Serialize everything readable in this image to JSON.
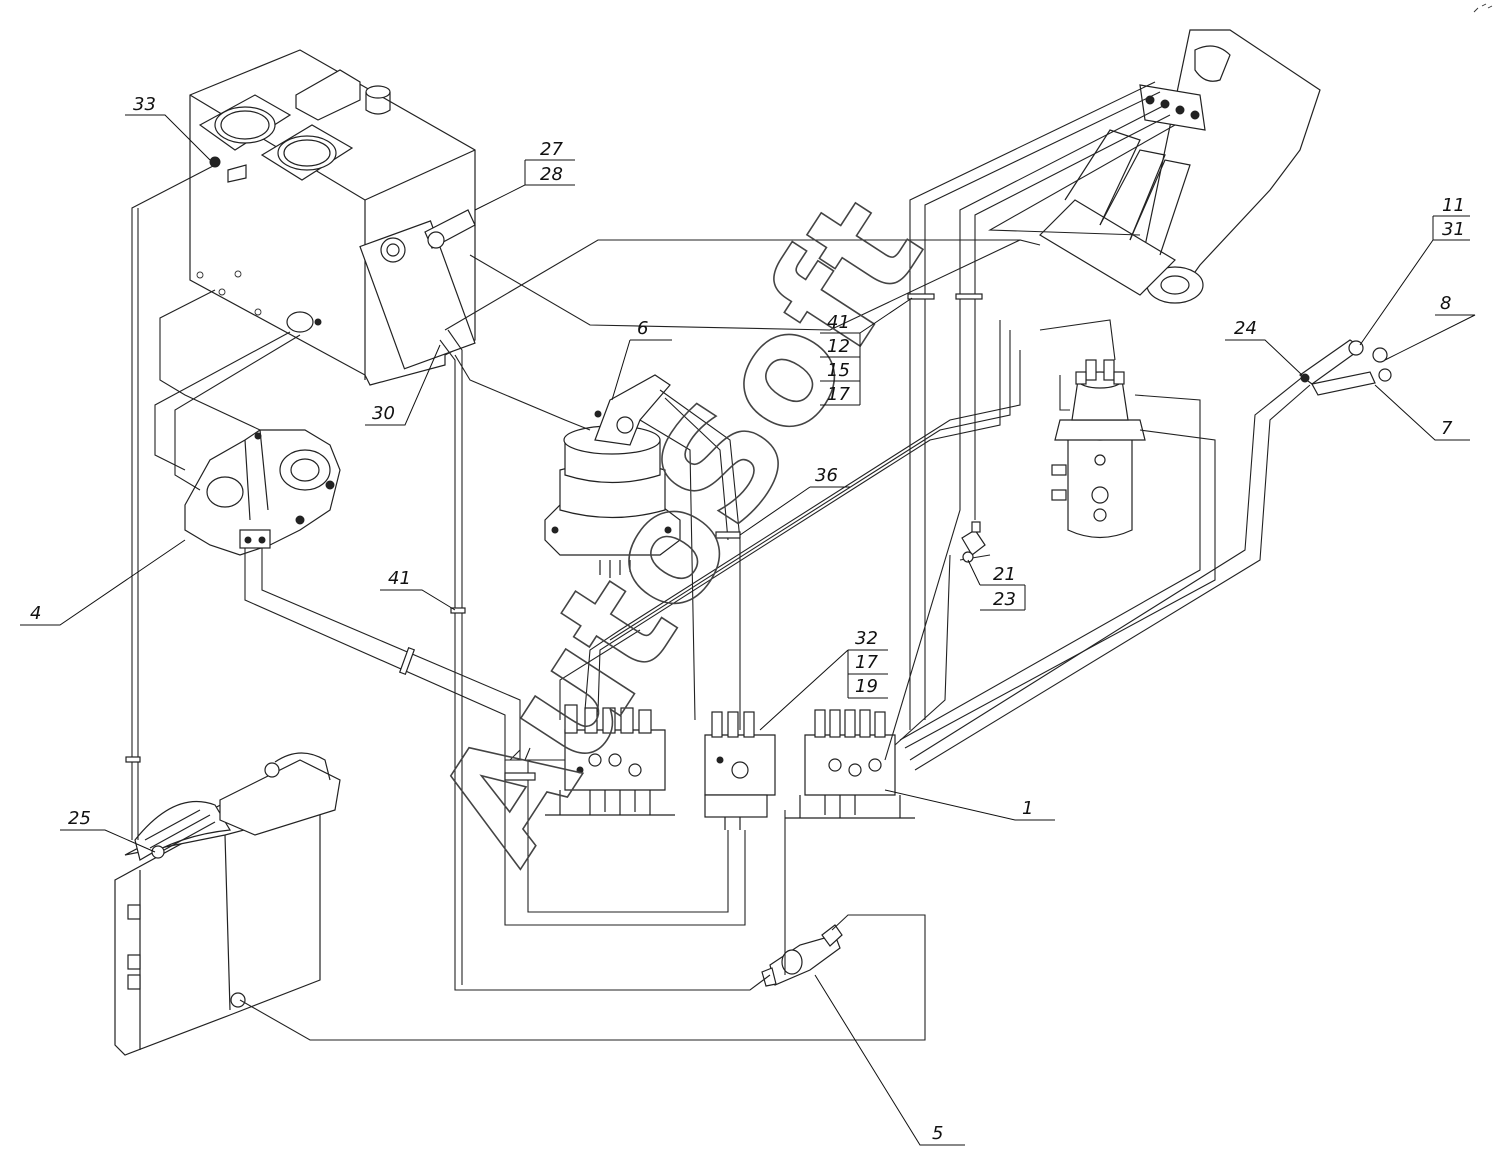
{
  "diagram": {
    "watermark": "AutoSoft",
    "callouts": [
      {
        "id": "c33",
        "label": "33"
      },
      {
        "id": "c27",
        "label": "27"
      },
      {
        "id": "c28",
        "label": "28"
      },
      {
        "id": "c6",
        "label": "6"
      },
      {
        "id": "c41a",
        "label": "41"
      },
      {
        "id": "c12",
        "label": "12"
      },
      {
        "id": "c15",
        "label": "15"
      },
      {
        "id": "c17a",
        "label": "17"
      },
      {
        "id": "c30",
        "label": "30"
      },
      {
        "id": "c36",
        "label": "36"
      },
      {
        "id": "c4",
        "label": "4"
      },
      {
        "id": "c41b",
        "label": "41"
      },
      {
        "id": "c21",
        "label": "21"
      },
      {
        "id": "c23",
        "label": "23"
      },
      {
        "id": "c32",
        "label": "32"
      },
      {
        "id": "c17b",
        "label": "17"
      },
      {
        "id": "c19",
        "label": "19"
      },
      {
        "id": "c11",
        "label": "11"
      },
      {
        "id": "c31",
        "label": "31"
      },
      {
        "id": "c8",
        "label": "8"
      },
      {
        "id": "c24",
        "label": "24"
      },
      {
        "id": "c7",
        "label": "7"
      },
      {
        "id": "c1",
        "label": "1"
      },
      {
        "id": "c25",
        "label": "25"
      },
      {
        "id": "c5",
        "label": "5"
      }
    ]
  }
}
